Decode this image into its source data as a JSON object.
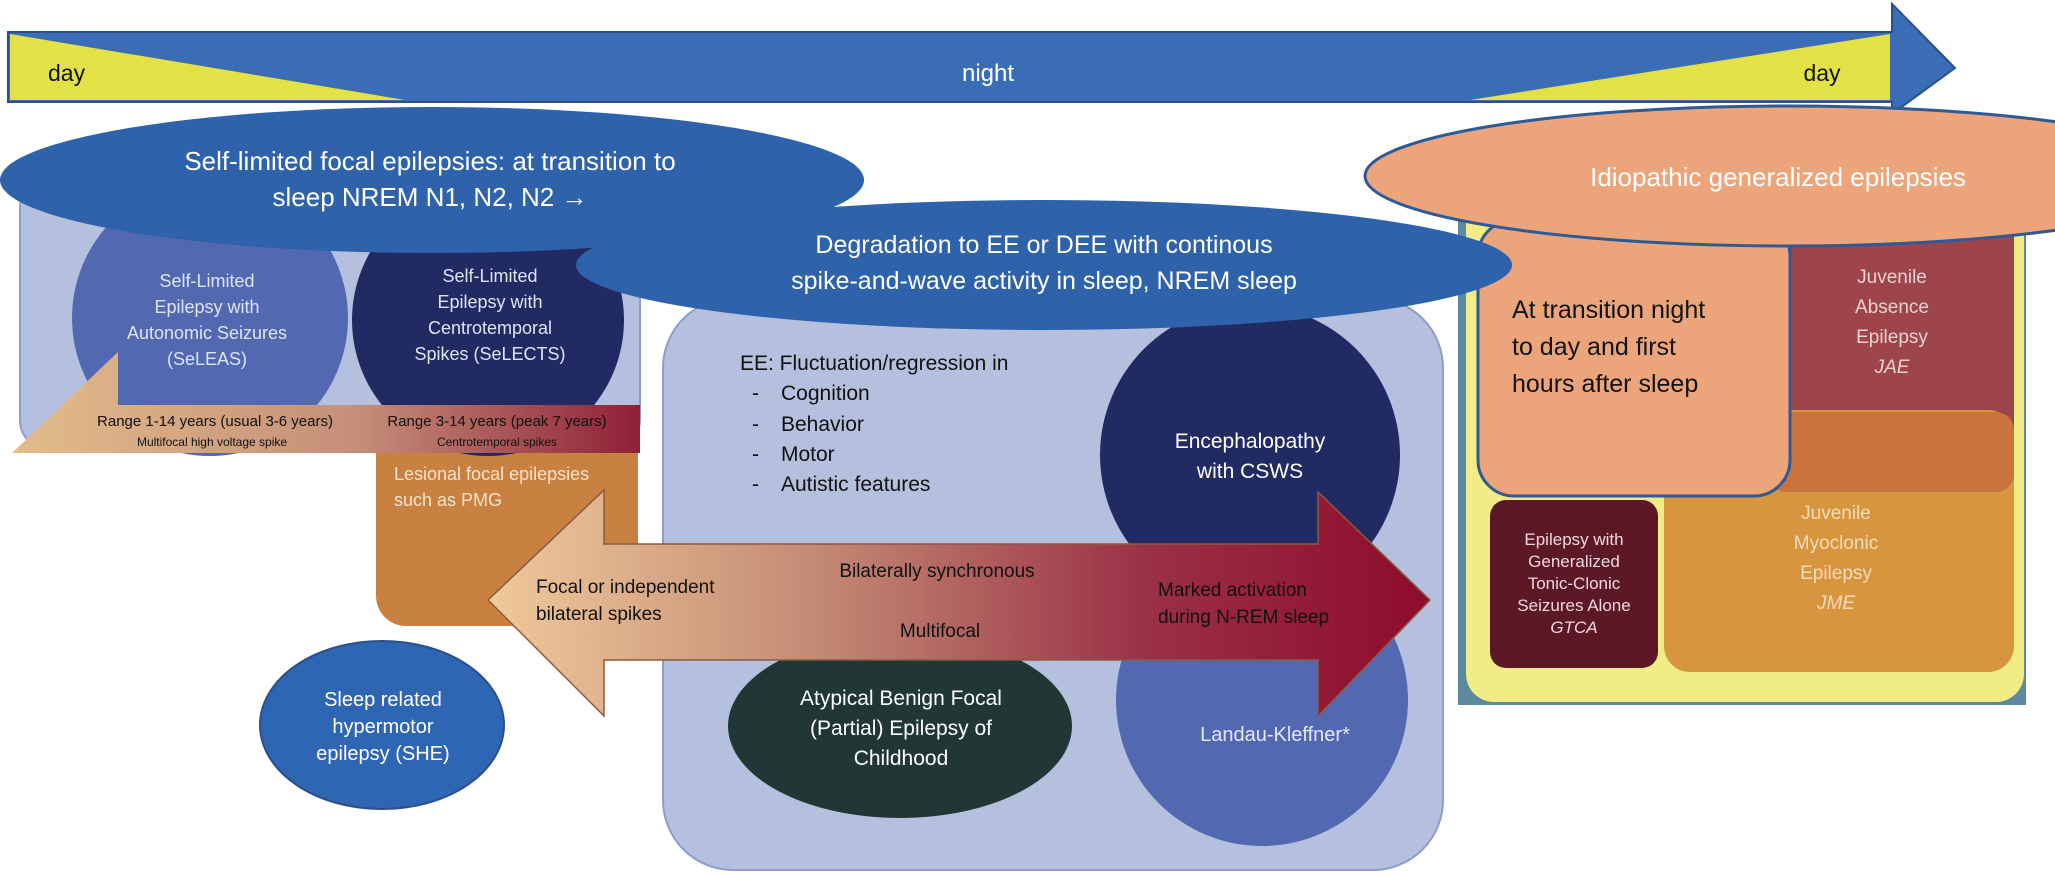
{
  "timeline": {
    "left_label": "day",
    "center_label": "night",
    "right_label": "day"
  },
  "self_limited": {
    "title_line1": "Self-limited focal epilepsies: at transition to",
    "title_line2": "sleep NREM N1, N2, N2 →",
    "seleas": [
      "Self-Limited",
      "Epilepsy with",
      "Autonomic Seizures",
      "(SeLEAS)"
    ],
    "selects": [
      "Self-Limited",
      "Epilepsy with",
      "Centrotemporal",
      "Spikes (SeLECTS)"
    ],
    "range1_line1": "Range 1-14 years (usual 3-6 years)",
    "range1_line2": "Multifocal high voltage spike",
    "range2_line1": "Range 3-14 years (peak 7 years)",
    "range2_line2": "Centrotemporal spikes",
    "lesional": [
      "Lesional focal epilepsies",
      "such as PMG"
    ],
    "she": [
      "Sleep related",
      "hypermotor",
      "epilepsy (SHE)"
    ]
  },
  "degradation": {
    "title_line1": "Degradation to EE or DEE with continous",
    "title_line2": "spike-and-wave activity in sleep, NREM sleep",
    "ee_heading": "EE: Fluctuation/regression in",
    "ee_items": [
      "Cognition",
      "Behavior",
      "Motor",
      "Autistic features"
    ],
    "bullet": "-",
    "csws": [
      "Encephalopathy",
      "with CSWS"
    ],
    "atypical": [
      "Atypical Benign Focal",
      "(Partial) Epilepsy of",
      "Childhood"
    ],
    "landau": "Landau-Kleffner*"
  },
  "spike_arrow": {
    "left_line1": "Focal  or independent",
    "left_line2": "bilateral spikes",
    "top_label": "Bilaterally synchronous",
    "bottom_label": "Multifocal",
    "right_line1": "Marked activation",
    "right_line2": "during N-REM sleep"
  },
  "idiopathic": {
    "title": "Idiopathic generalized epilepsies",
    "transition": [
      "At transition night",
      "to day and first",
      "hours after sleep"
    ],
    "jae": [
      "Juvenile",
      "Absence",
      "Epilepsy",
      "JAE"
    ],
    "jme": [
      "Juvenile",
      "Myoclonic",
      "Epilepsy",
      "JME"
    ],
    "gtca": [
      "Epilepsy with",
      "Generalized",
      "Tonic-Clonic",
      "Seizures Alone",
      "GTCA"
    ]
  },
  "colors": {
    "timeline_blue": "#3a6db5",
    "day_yellow": "#e2e247",
    "dark_blue_ellipse": "#2e62aa",
    "light_panel": "#b4c0de",
    "navy_circle": "#222a63",
    "mid_blue_circle": "#5269b2",
    "lesional_orange": "#c98142",
    "salmon": "#eca57b",
    "jae_red": "#9e454c",
    "jme_orange": "#d89540",
    "gtca_maroon": "#5d1827",
    "atypical_dark": "#213735"
  }
}
